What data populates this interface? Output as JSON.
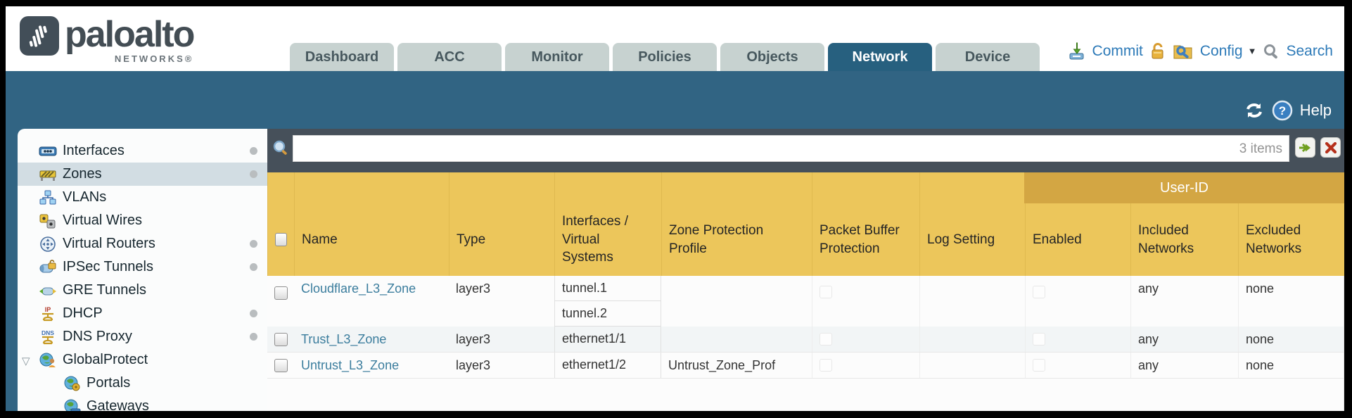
{
  "colors": {
    "teal_band": "#316483",
    "active_tab": "#27607f",
    "slate_panel": "#46505a",
    "table_header_gold": "#ecc65b",
    "userid_band_gold": "#d3a643",
    "link_blue": "#3b7d9d",
    "inactive_tab": "#c7d2d0",
    "header_link_blue": "#2d7ab8",
    "selected_sidebar": "#d2dde3"
  },
  "header": {
    "brand": "paloalto",
    "brand_sub": "NETWORKS®",
    "tabs": [
      {
        "label": "Dashboard"
      },
      {
        "label": "ACC"
      },
      {
        "label": "Monitor"
      },
      {
        "label": "Policies"
      },
      {
        "label": "Objects"
      },
      {
        "label": "Network"
      },
      {
        "label": "Device"
      }
    ],
    "active_tab": "Network",
    "utilities": {
      "commit": "Commit",
      "config": "Config",
      "search": "Search"
    }
  },
  "band": {
    "help": "Help"
  },
  "sidebar": {
    "items": [
      {
        "label": "Interfaces"
      },
      {
        "label": "Zones"
      },
      {
        "label": "VLANs"
      },
      {
        "label": "Virtual Wires"
      },
      {
        "label": "Virtual Routers"
      },
      {
        "label": "IPSec Tunnels"
      },
      {
        "label": "GRE Tunnels"
      },
      {
        "label": "DHCP"
      },
      {
        "label": "DNS Proxy"
      },
      {
        "label": "GlobalProtect"
      },
      {
        "label": "Portals"
      },
      {
        "label": "Gateways"
      }
    ],
    "selected": "Zones"
  },
  "search": {
    "value": "",
    "count": "3 items"
  },
  "table": {
    "group_header": "User-ID",
    "columns": [
      "Name",
      "Type",
      "Interfaces / Virtual Systems",
      "Zone Protection Profile",
      "Packet Buffer Protection",
      "Log Setting",
      "Enabled",
      "Included Networks",
      "Excluded Networks"
    ],
    "rows": [
      {
        "name": "Cloudflare_L3_Zone",
        "type": "layer3",
        "interfaces": {
          "0": "tunnel.1",
          "1": "tunnel.2"
        },
        "zone_protection_profile": "",
        "log_setting": "",
        "included_networks": "any",
        "excluded_networks": "none"
      },
      {
        "name": "Trust_L3_Zone",
        "type": "layer3",
        "interfaces": {
          "0": "ethernet1/1"
        },
        "zone_protection_profile": "",
        "log_setting": "",
        "included_networks": "any",
        "excluded_networks": "none"
      },
      {
        "name": "Untrust_L3_Zone",
        "type": "layer3",
        "interfaces": {
          "0": "ethernet1/2"
        },
        "zone_protection_profile": "Untrust_Zone_Prof",
        "log_setting": "",
        "included_networks": "any",
        "excluded_networks": "none"
      }
    ]
  }
}
